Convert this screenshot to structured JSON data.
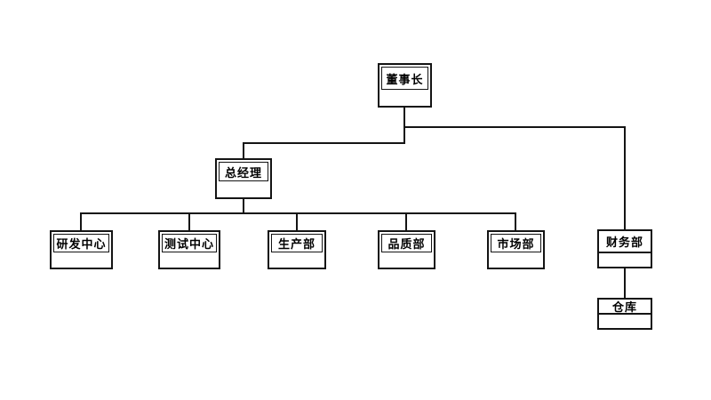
{
  "org_chart": {
    "background_color": "#ffffff",
    "line_color": "#141414",
    "text_color": "#000000",
    "nodes": {
      "chairman": {
        "label": "董事长"
      },
      "general_manager": {
        "label": "总经理"
      },
      "rd_center": {
        "label": "研发中心"
      },
      "testing_center": {
        "label": "测试中心"
      },
      "production_dept": {
        "label": "生产部"
      },
      "quality_dept": {
        "label": "品质部"
      },
      "marketing_dept": {
        "label": "市场部"
      },
      "finance_dept": {
        "label": "财务部"
      },
      "warehouse": {
        "label": "仓库"
      }
    },
    "hierarchy": [
      {
        "parent": "董事长",
        "children": [
          "总经理",
          "财务部"
        ]
      },
      {
        "parent": "总经理",
        "children": [
          "研发中心",
          "测试中心",
          "生产部",
          "品质部",
          "市场部"
        ]
      },
      {
        "parent": "财务部",
        "children": [
          "仓库"
        ]
      }
    ]
  }
}
